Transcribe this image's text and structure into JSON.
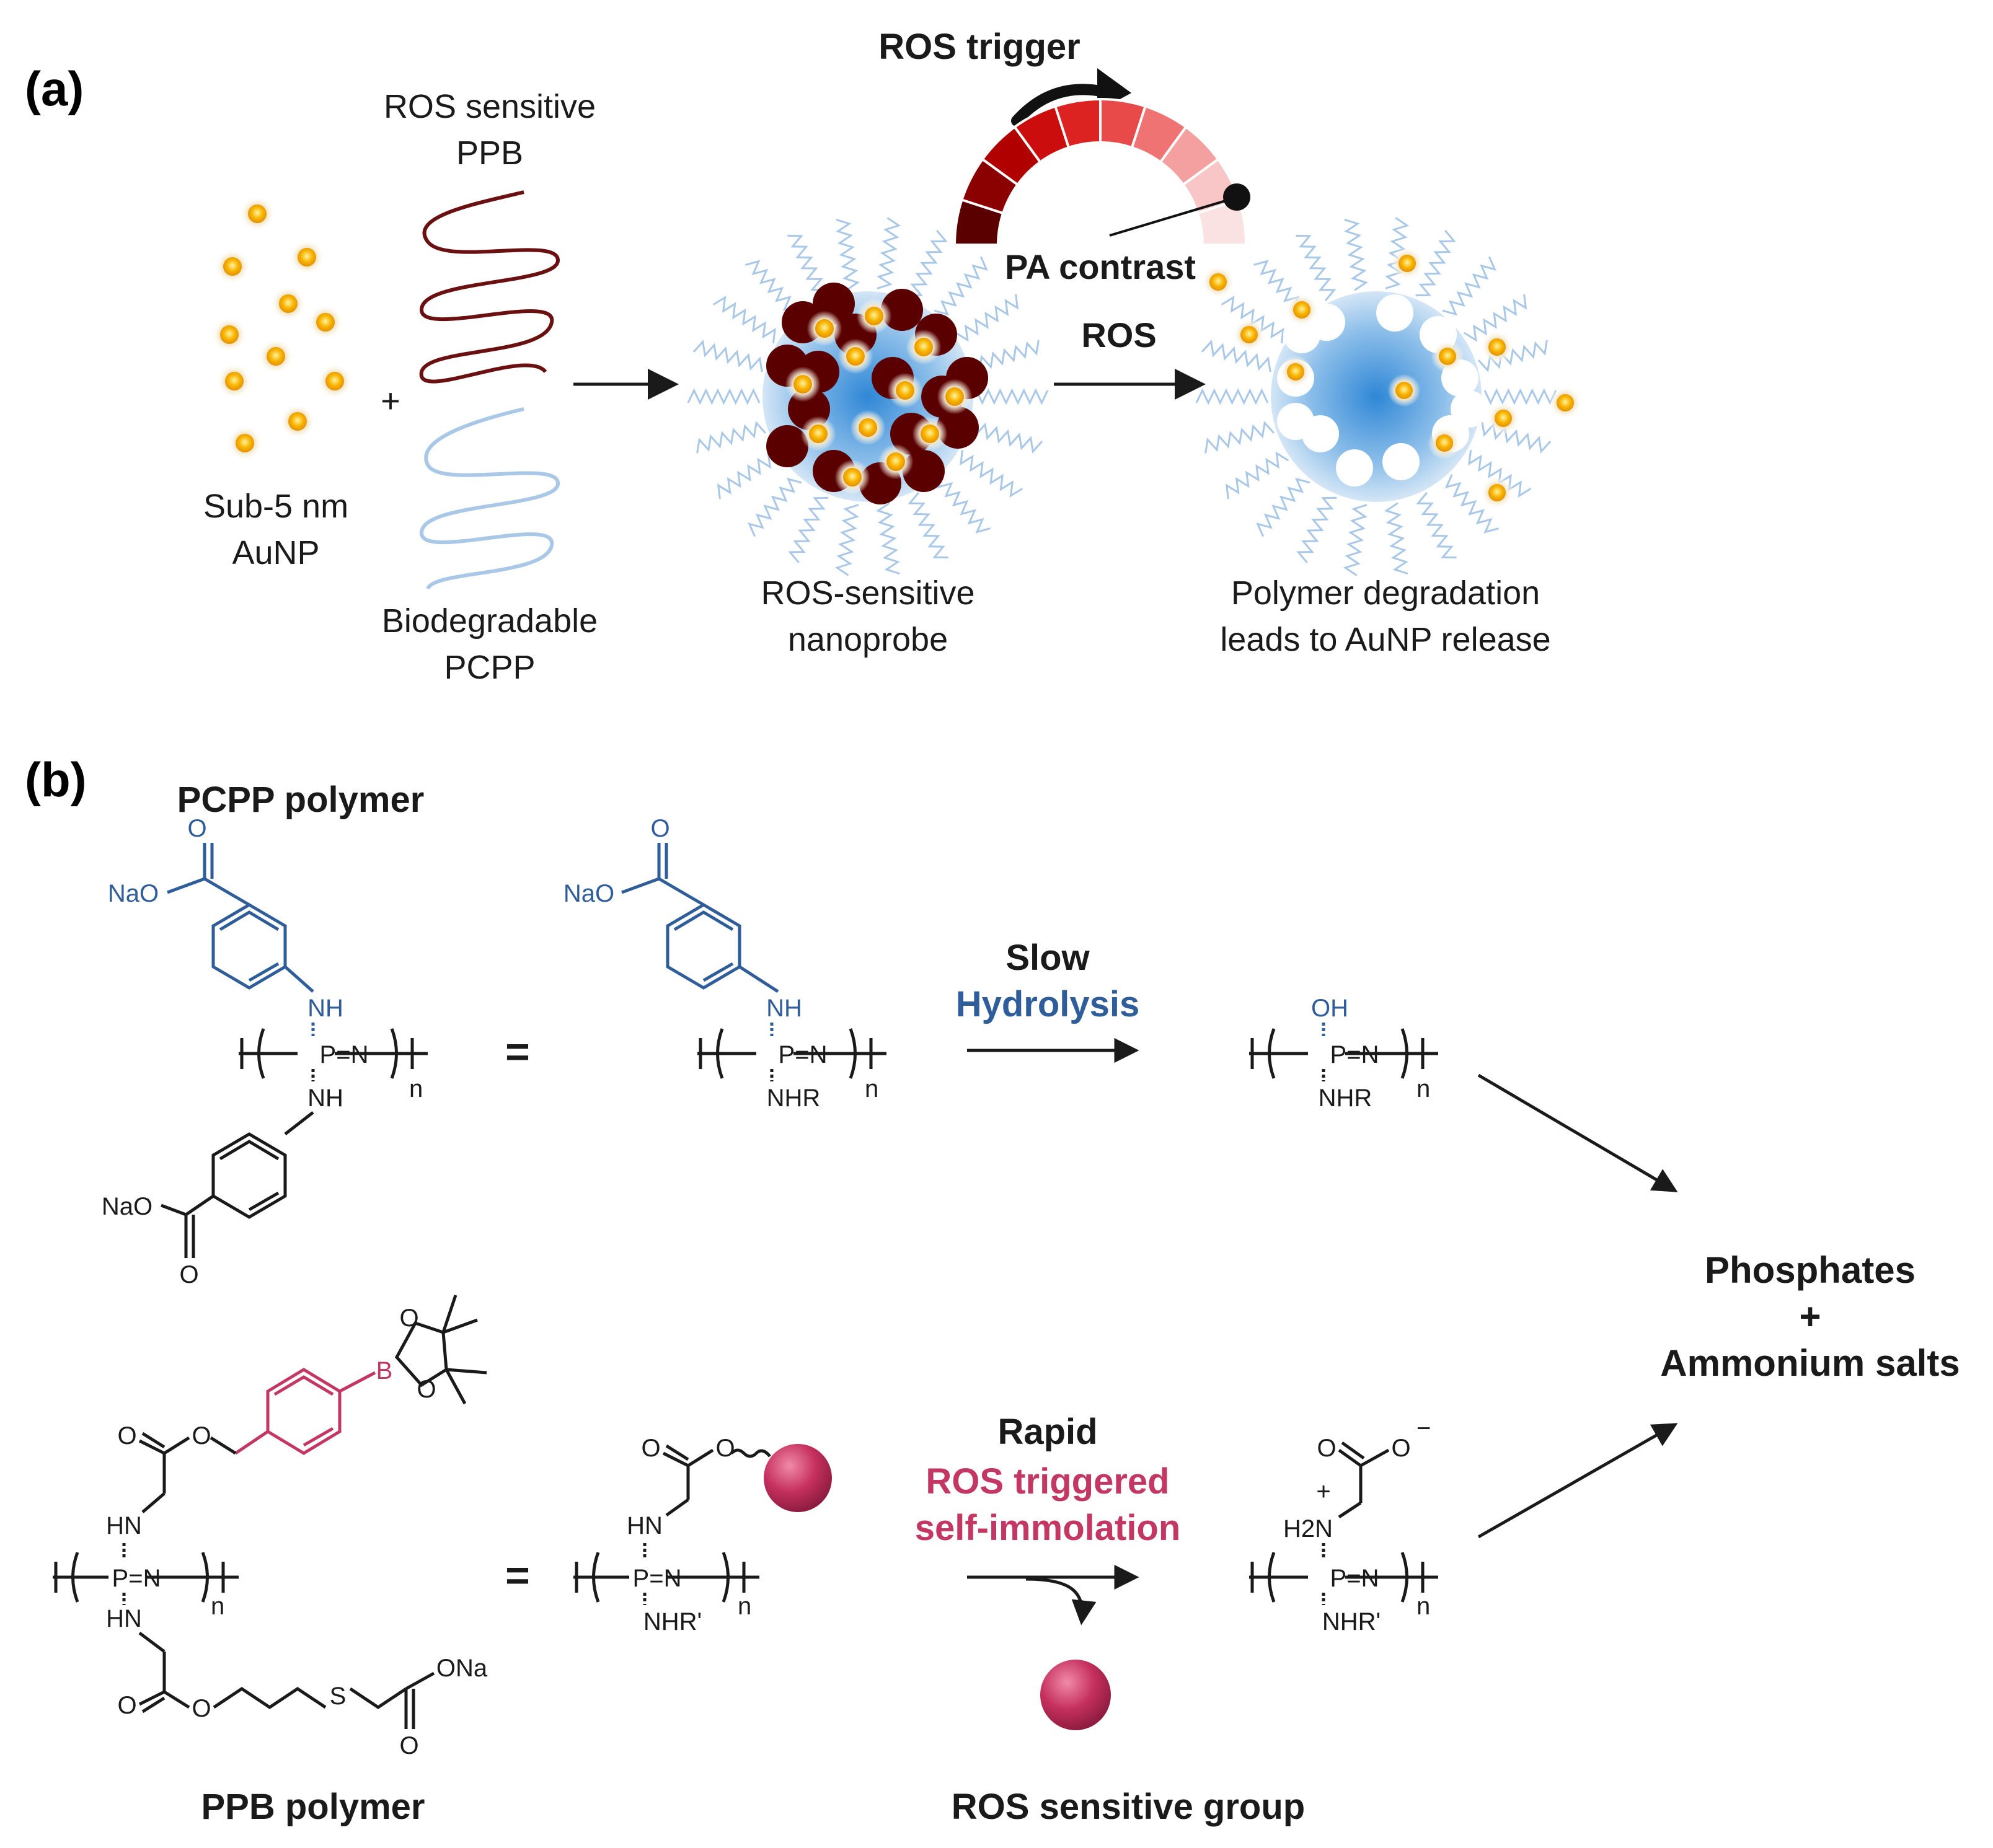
{
  "panel_a": {
    "label": "(a)",
    "aunp_label": [
      "Sub-5 nm",
      "AuNP"
    ],
    "plus": "+",
    "ppb_label": [
      "ROS sensitive",
      "PPB"
    ],
    "pcpp_label": [
      "Biodegradable",
      "PCPP"
    ],
    "nanoprobe_label": [
      "ROS-sensitive",
      "nanoprobe"
    ],
    "release_label": [
      "Polymer degradation",
      "leads to AuNP release"
    ],
    "ros_trigger": "ROS trigger",
    "pa_contrast": "PA contrast",
    "ros_arrow": "ROS"
  },
  "panel_b": {
    "label": "(b)",
    "pcpp_title": "PCPP polymer",
    "ppb_title": "PPB polymer",
    "equals": "=",
    "slow": "Slow",
    "hydrolysis": "Hydrolysis",
    "rapid": "Rapid",
    "ros_triggered": "ROS triggered",
    "self_immolation": "self-immolation",
    "ros_group": "ROS sensitive group",
    "products": [
      "Phosphates",
      "+",
      "Ammonium salts"
    ],
    "chem": {
      "nao": "NaO",
      "o": "O",
      "nh": "NH",
      "oh": "OH",
      "hn": "HN",
      "pn": "P=N",
      "p": "P",
      "nhr": "NHR",
      "nhr_prime": "NHR'",
      "n_sub": "n",
      "b": "B",
      "s": "S",
      "ona": "ONa",
      "h2n": "H2N",
      "plus": "+",
      "minus": "−"
    }
  },
  "colors": {
    "blue": "#2e5d9a",
    "magenta": "#c33763",
    "dark_red": "#5a0000",
    "gold": "#f7b500",
    "light_blue": "#a9c8e8"
  }
}
